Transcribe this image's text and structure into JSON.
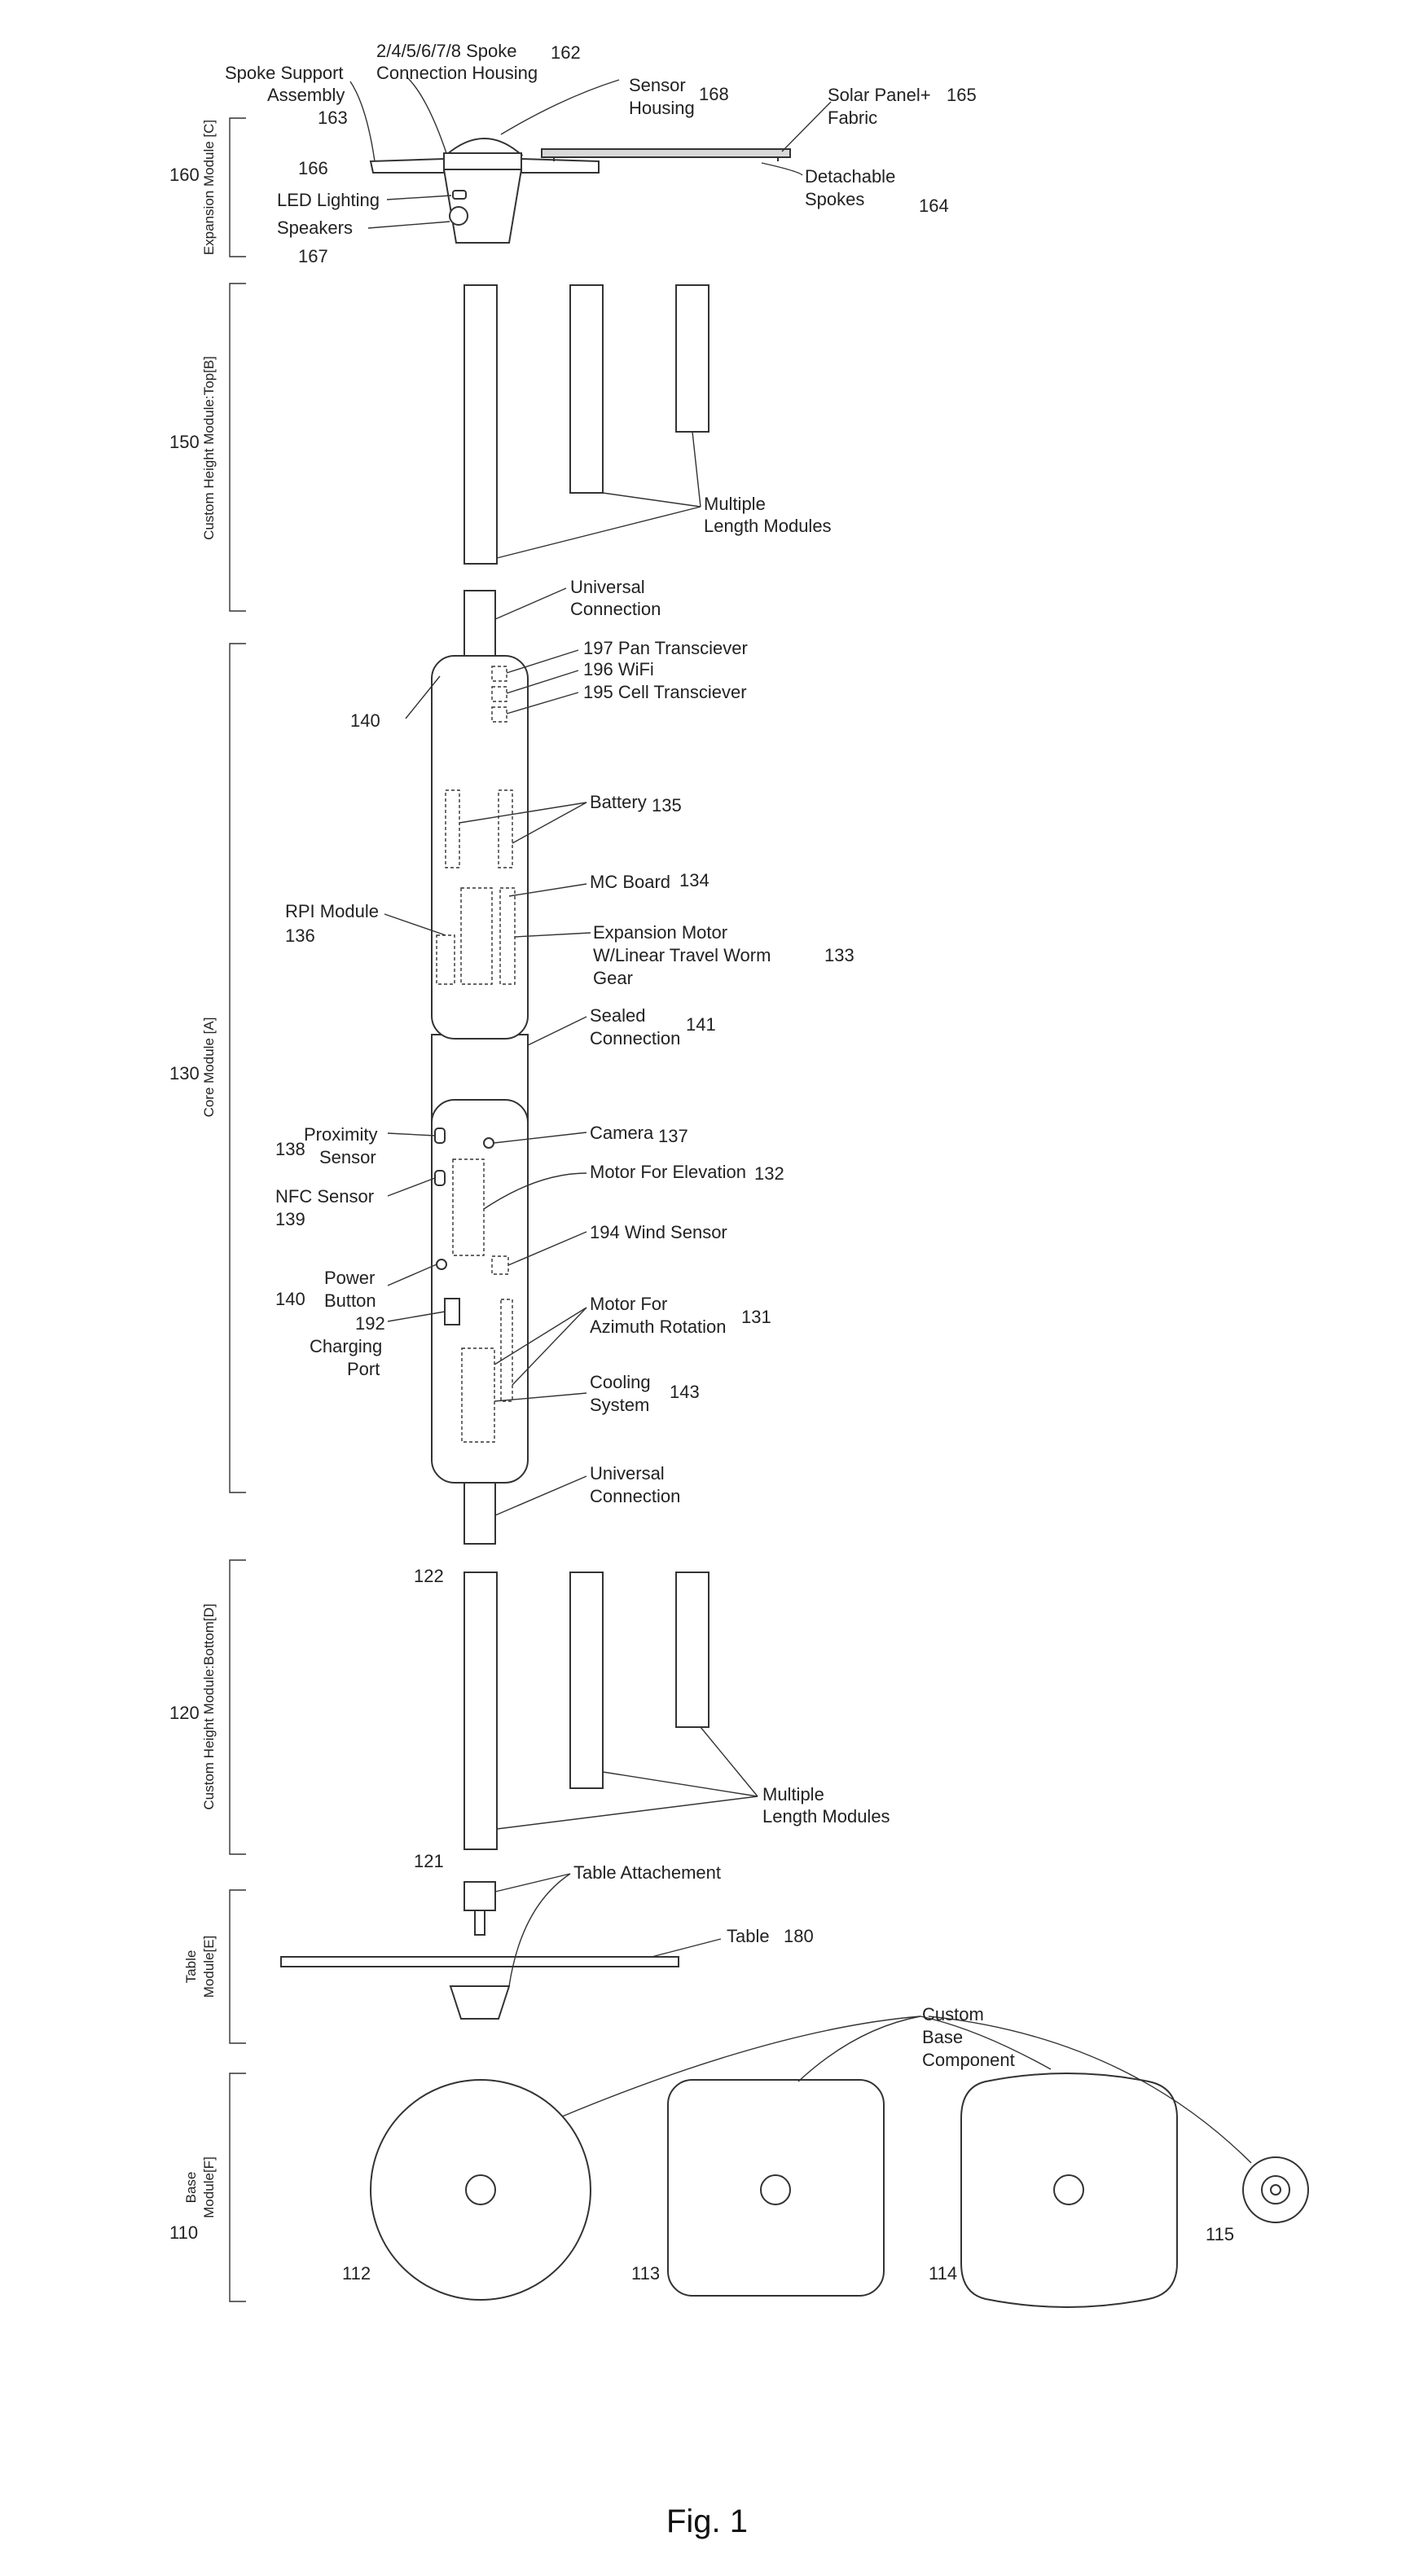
{
  "figure_caption": "Fig. 1",
  "modules": {
    "expansion": {
      "ref": "160",
      "name": "Expansion Module [C]"
    },
    "top_height": {
      "ref": "150",
      "name": "Custom Height Module:Top[B]"
    },
    "core": {
      "ref": "130",
      "name": "Core Module [A]"
    },
    "bottom_height": {
      "ref": "120",
      "name": "Custom Height Module:Bottom[D]"
    },
    "table": {
      "ref": "",
      "name_line1": "Table",
      "name_line2": "Module[E]"
    },
    "base": {
      "ref": "110",
      "name_line1": "Base",
      "name_line2": "Module[F]"
    }
  },
  "expansion_labels": {
    "spoke_connection_l1": "2/4/5/6/7/8 Spoke",
    "spoke_connection_l2": "Connection Housing",
    "spoke_connection_ref": "162",
    "spoke_support_l1": "Spoke Support",
    "spoke_support_l2": "Assembly",
    "spoke_support_ref": "163",
    "sensor_housing_l1": "Sensor",
    "sensor_housing_l2": "Housing",
    "sensor_housing_ref": "168",
    "solar_panel_l1": "Solar Panel+",
    "solar_panel_l2": "Fabric",
    "solar_panel_ref": "165",
    "ref_166": "166",
    "led_lighting": "LED Lighting",
    "speakers": "Speakers",
    "speakers_ref": "167",
    "detachable_l1": "Detachable",
    "detachable_l2": "Spokes",
    "detachable_ref": "164"
  },
  "top_height_labels": {
    "multiple_l1": "Multiple",
    "multiple_l2": "Length Modules"
  },
  "core_labels": {
    "universal_top_l1": "Universal",
    "universal_top_l2": "Connection",
    "pan": "197 Pan Transciever",
    "wifi": "196 WiFi",
    "cell": "195 Cell Transciever",
    "ref_140_top": "140",
    "battery": "Battery",
    "battery_ref": "135",
    "mc_board": "MC Board",
    "mc_board_ref": "134",
    "rpi_l1": "RPI Module",
    "rpi_ref": "136",
    "expansion_motor_l1": "Expansion Motor",
    "expansion_motor_l2": "W/Linear Travel Worm",
    "expansion_motor_l3": "Gear",
    "expansion_motor_ref": "133",
    "sealed_l1": "Sealed",
    "sealed_l2": "Connection",
    "sealed_ref": "141",
    "proximity_ref": "138",
    "proximity_l1": "Proximity",
    "proximity_l2": "Sensor",
    "camera": "Camera",
    "camera_ref": "137",
    "motor_elevation": "Motor For Elevation",
    "motor_elevation_ref": "132",
    "nfc_l1": "NFC Sensor",
    "nfc_ref": "139",
    "wind": "194 Wind Sensor",
    "power_ref": "140",
    "power_l1": "Power",
    "power_l2": "Button",
    "charging_ref": "192",
    "charging_l1": "Charging",
    "charging_l2": "Port",
    "azimuth_l1": "Motor For",
    "azimuth_l2": "Azimuth Rotation",
    "azimuth_ref": "131",
    "cooling_l1": "Cooling",
    "cooling_l2": "System",
    "cooling_ref": "143",
    "universal_bottom_l1": "Universal",
    "universal_bottom_l2": "Connection"
  },
  "bottom_height_labels": {
    "ref_122": "122",
    "ref_121": "121",
    "multiple_l1": "Multiple",
    "multiple_l2": "Length Modules"
  },
  "table_labels": {
    "attachment": "Table Attachement",
    "table": "Table",
    "table_ref": "180"
  },
  "base_labels": {
    "custom_l1": "Custom",
    "custom_l2": "Base",
    "custom_l3": "Component",
    "ref_112": "112",
    "ref_113": "113",
    "ref_114": "114",
    "ref_115": "115"
  }
}
